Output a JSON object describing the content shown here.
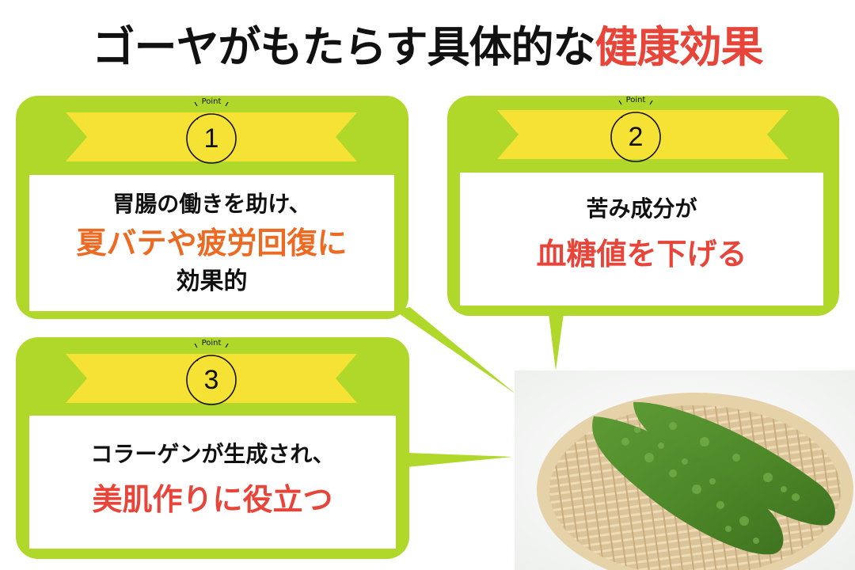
{
  "title": {
    "main": "ゴーヤがもたらす具体的な",
    "accent": "健康効果"
  },
  "colors": {
    "box_green": "#afd82a",
    "ribbon_yellow": "#f5e234",
    "accent_red": "#e8453a",
    "accent_orange": "#ec6a22",
    "text_black": "#111111"
  },
  "points": [
    {
      "badge_label": "Point",
      "number": "1",
      "line1": "胃腸の働きを助け、",
      "line2": "夏バテや疲労回復に",
      "line3": "効果的"
    },
    {
      "badge_label": "Point",
      "number": "2",
      "line1": "苦み成分が",
      "line2": "血糖値を下げる"
    },
    {
      "badge_label": "Point",
      "number": "3",
      "line1": "コラーゲンが生成され、",
      "line2": "美肌作りに役立つ"
    }
  ],
  "image": {
    "subject": "goya-bitter-melons-in-bamboo-basket"
  }
}
